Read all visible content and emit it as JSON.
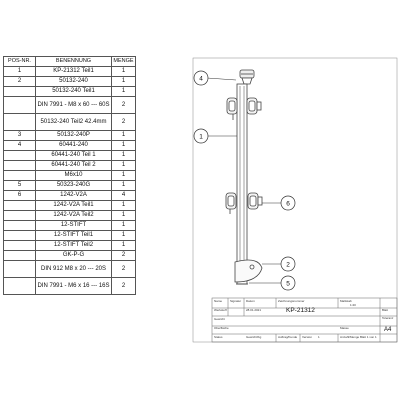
{
  "bom": {
    "headers": [
      "POS-NR.",
      "BENENNUNG",
      "MENGE"
    ],
    "rows": [
      {
        "pos": "1",
        "name": "KP-21312 Teil1",
        "qty": "1"
      },
      {
        "pos": "2",
        "name": "50132-240",
        "qty": "1"
      },
      {
        "pos": "",
        "name": "50132-240 Teil1",
        "qty": "1"
      },
      {
        "pos": "",
        "name": "DIN 7991 - M8 x 60 --- 60S",
        "qty": "2"
      },
      {
        "pos": "",
        "name": "50132-240 Teil2 42.4mm",
        "qty": "2"
      },
      {
        "pos": "3",
        "name": "50132-240P",
        "qty": "1"
      },
      {
        "pos": "4",
        "name": "60441-240",
        "qty": "1"
      },
      {
        "pos": "",
        "name": "60441-240 Teil 1",
        "qty": "1"
      },
      {
        "pos": "",
        "name": "60441-240 Teil 2",
        "qty": "1"
      },
      {
        "pos": "",
        "name": "M6x10",
        "qty": "1"
      },
      {
        "pos": "5",
        "name": "50323-240G",
        "qty": "1"
      },
      {
        "pos": "6",
        "name": "1242-V2A",
        "qty": "4"
      },
      {
        "pos": "",
        "name": "1242-V2A Teil1",
        "qty": "1"
      },
      {
        "pos": "",
        "name": "1242-V2A Teil2",
        "qty": "1"
      },
      {
        "pos": "",
        "name": "12-STIFT",
        "qty": "1"
      },
      {
        "pos": "",
        "name": "12-STIFT Teil1",
        "qty": "1"
      },
      {
        "pos": "",
        "name": "12-STIFT Teil2",
        "qty": "1"
      },
      {
        "pos": "",
        "name": "GK-P-G",
        "qty": "2"
      },
      {
        "pos": "",
        "name": "DIN 912 M8 x 20 --- 20S",
        "qty": "2"
      },
      {
        "pos": "",
        "name": "DIN 7991 - M6 x 16 --- 16S",
        "qty": "2"
      }
    ]
  },
  "balloons": [
    {
      "label": "4"
    },
    {
      "label": "1"
    },
    {
      "label": "6"
    },
    {
      "label": "2"
    },
    {
      "label": "5"
    }
  ],
  "title_block": {
    "drawing_number": "KP-21312",
    "size": "A4",
    "small_texts": [
      "Name",
      "Signatur",
      "Datum",
      "Zeichnungsnummer",
      "Maßstab",
      "Werkstoff",
      "Gewicht",
      "Toleranz",
      "Blatt",
      "Oberfläche",
      "1:20",
      "28.01.2021",
      "Status",
      "Gewicht/Kg",
      "Auftrag/Kunde",
      "Masse",
      "Version",
      "1",
      "Anzahl/Menge",
      "Blatt 1 von 1"
    ]
  }
}
